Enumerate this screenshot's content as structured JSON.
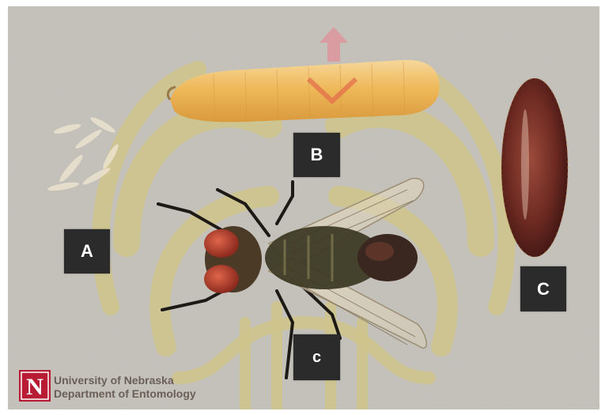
{
  "labels": {
    "larva": "B",
    "eggs": "A",
    "pupa": "C",
    "adult": "c"
  },
  "credit": {
    "logo_letter": "N",
    "line1": "University of Nebraska",
    "line2": "Department of Entomology"
  },
  "colors": {
    "background": "#c9c6bf",
    "emblem": "#cfc48a",
    "larva": "#efb95a",
    "pupa": "#6d2a22",
    "label_box": "#2b2b2b",
    "logo_red": "#b71c34"
  },
  "icons": {
    "logo": "university-n-logo"
  }
}
